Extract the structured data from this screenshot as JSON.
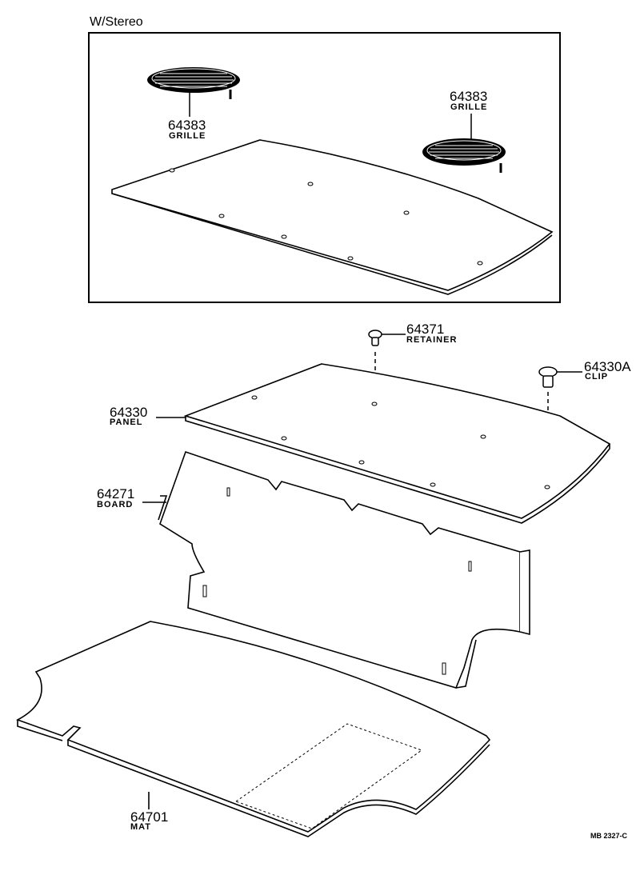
{
  "inset": {
    "title": "W/Stereo",
    "parts": [
      {
        "number": "64383",
        "name": "GRILLE"
      },
      {
        "number": "64383",
        "name": "GRILLE"
      }
    ]
  },
  "parts": [
    {
      "number": "64371",
      "name": "RETAINER"
    },
    {
      "number": "64330A",
      "name": "CLIP"
    },
    {
      "number": "64330",
      "name": "PANEL"
    },
    {
      "number": "64271",
      "name": "BOARD"
    },
    {
      "number": "64701",
      "name": "MAT"
    }
  ],
  "drawing_code": "MB 2327-C"
}
